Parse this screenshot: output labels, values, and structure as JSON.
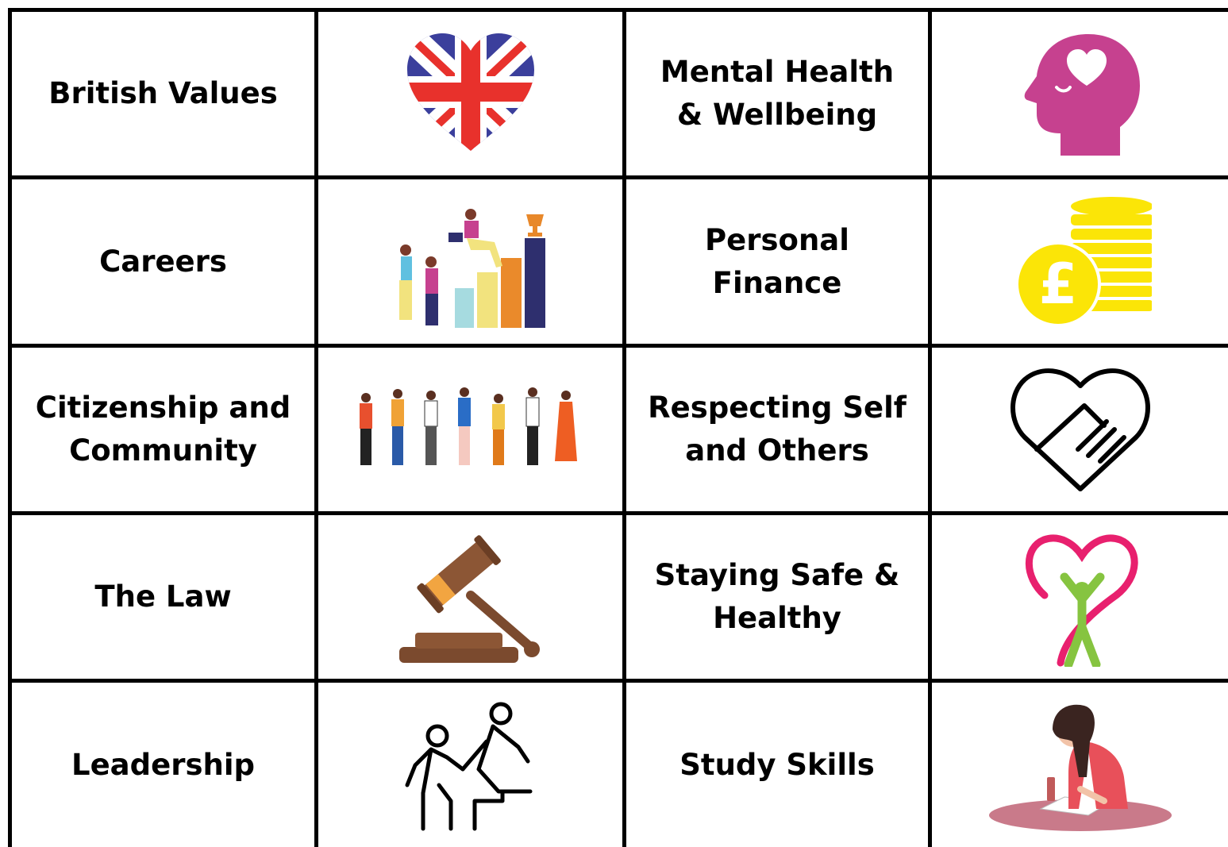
{
  "rows": [
    {
      "topic_left": "British Values",
      "icon_left": "union-jack-heart-icon",
      "topic_right": "Mental Health\n& Wellbeing",
      "icon_right": "head-heart-icon"
    },
    {
      "topic_left": "Careers",
      "icon_left": "career-growth-icon",
      "topic_right": "Personal\nFinance",
      "icon_right": "pound-coins-icon"
    },
    {
      "topic_left": "Citizenship and\nCommunity",
      "icon_left": "community-people-icon",
      "topic_right": "Respecting Self\nand Others",
      "icon_right": "handshake-heart-icon"
    },
    {
      "topic_left": "The Law",
      "icon_left": "gavel-icon",
      "topic_right": "Staying Safe &\nHealthy",
      "icon_right": "heart-person-icon"
    },
    {
      "topic_left": "Leadership",
      "icon_left": "helping-hand-stairs-icon",
      "topic_right": "Study Skills",
      "icon_right": "student-studying-icon"
    }
  ],
  "colors": {
    "border": "#000000",
    "magenta": "#c6418f",
    "gold": "#fbe507",
    "red": "#e8312c",
    "navy": "#3b3f9c",
    "brown": "#7b4a2e",
    "pink": "#e8206e",
    "green": "#86c440"
  }
}
